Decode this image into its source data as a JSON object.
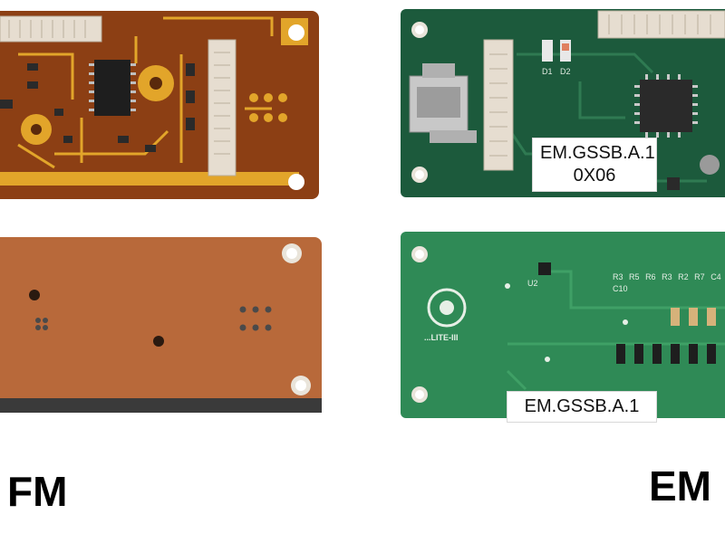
{
  "labels": {
    "left": "FM",
    "right": "EM"
  },
  "tags": {
    "em_top_line1": "EM.GSSB.A.1",
    "em_top_line2": "0X06",
    "em_bottom": "EM.GSSB.A.1"
  },
  "silkscreen": {
    "logo_text": "...LITE-III",
    "refs": [
      "R3",
      "R5",
      "R6",
      "R3",
      "R2",
      "R7",
      "C4",
      "C10",
      "U2",
      "D1",
      "D2"
    ]
  },
  "colors": {
    "fm_substrate": "#8c3f14",
    "fm_substrate_back": "#b8693a",
    "fm_trace": "#e2a52a",
    "em_board": "#1c5a3c",
    "em_board_back": "#2f8a56",
    "connector": "#e6ddd0",
    "chip": "#2a2a2a"
  }
}
